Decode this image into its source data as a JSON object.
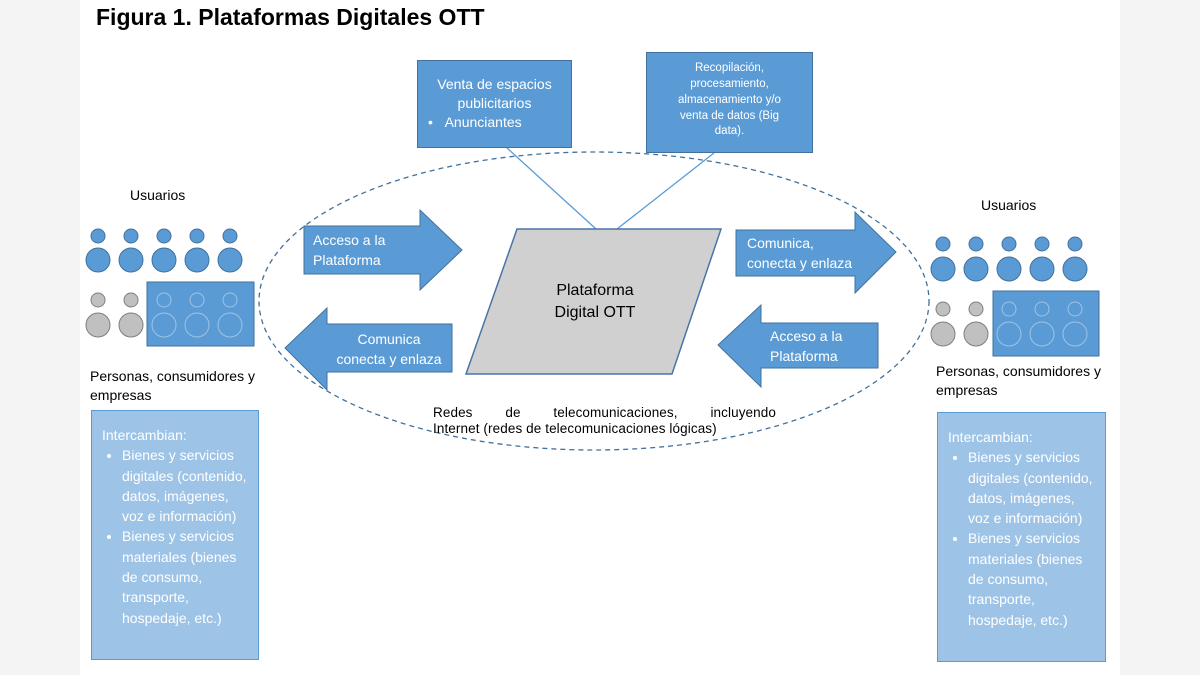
{
  "title": "Figura 1.  Plataformas Digitales OTT",
  "ad_box": {
    "line1": "Venta de espacios",
    "line2": "publicitarios",
    "bullet": "Anunciantes"
  },
  "data_box": {
    "lines": [
      "Recopilación,",
      "procesamiento,",
      "almacenamiento y/o",
      "venta de datos (Big",
      "data)."
    ]
  },
  "platform": {
    "line1": "Plataforma",
    "line2": "Digital OTT"
  },
  "network_label": {
    "line1": "Redes de telecomunicaciones, incluyendo",
    "line2": "Internet (redes de telecomunicaciones lógicas)"
  },
  "arrows": {
    "left_in": [
      "Acceso a la",
      "Plataforma"
    ],
    "left_out": [
      "Comunica",
      "conecta y enlaza"
    ],
    "right_out": [
      "Comunica,",
      "conecta y enlaza"
    ],
    "right_in": [
      "Acceso a la",
      "Plataforma"
    ]
  },
  "left_group": {
    "users_label": "Usuarios",
    "caption_line1": "Personas, consumidores y",
    "caption_line2": "empresas",
    "exchange_title": "Intercambian:",
    "items": [
      "Bienes y servicios digitales (contenido, datos, imágenes, voz e información)",
      "Bienes y servicios materiales (bienes de consumo, transporte, hospedaje, etc.)"
    ]
  },
  "right_group": {
    "users_label": "Usuarios",
    "caption_line1": "Personas, consumidores y",
    "caption_line2": "empresas",
    "exchange_title": "Intercambian:",
    "items": [
      "Bienes y servicios digitales (contenido, datos, imágenes, voz e información)",
      "Bienes y servicios materiales (bienes de consumo, transporte, hospedaje, etc.)"
    ]
  },
  "colors": {
    "accent_blue": "#5b9bd5",
    "light_blue": "#9dc3e6",
    "platform_gray": "#d0d0d0",
    "person_gray": "#c0c0c0"
  }
}
